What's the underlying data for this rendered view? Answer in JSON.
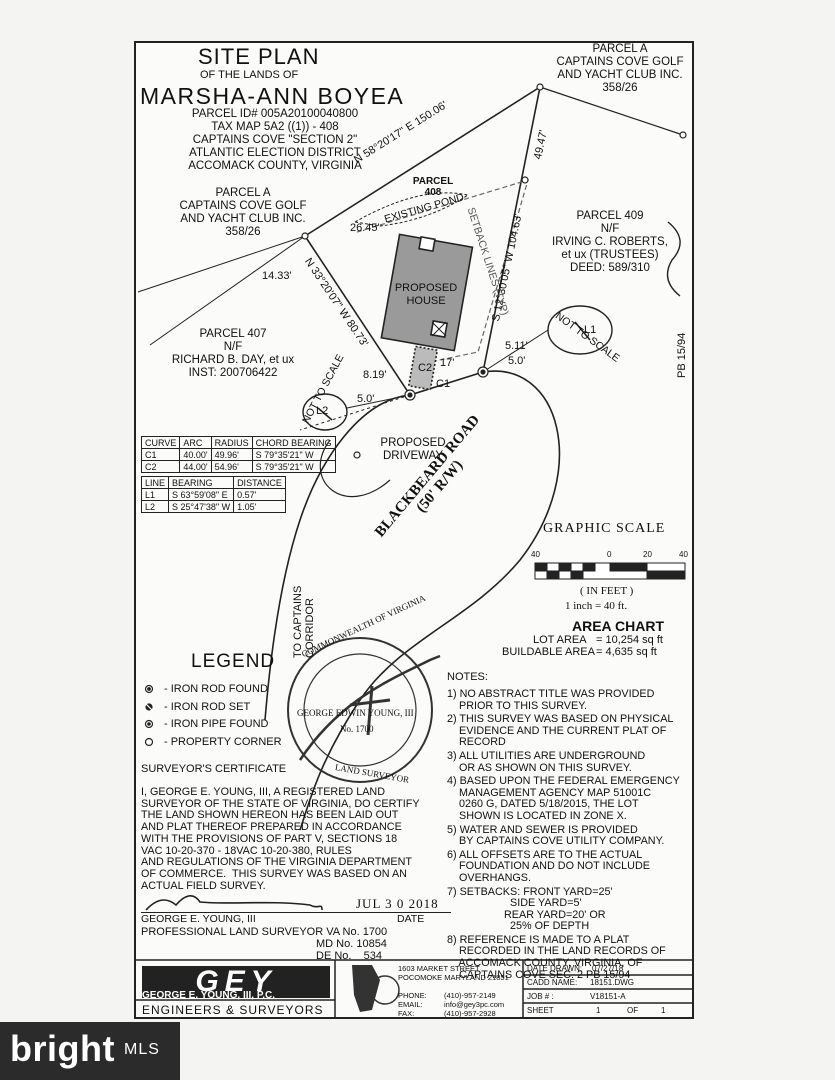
{
  "title": {
    "line1": "SITE PLAN",
    "line2": "OF THE LANDS OF",
    "line3": "MARSHA-ANN BOYEA"
  },
  "parcel_info": [
    "PARCEL ID# 005A20100040800",
    "TAX MAP 5A2 ((1)) - 408",
    "CAPTAINS COVE \"SECTION 2\"",
    "ATLANTIC ELECTION DISTRICT",
    "ACCOMACK COUNTY, VIRGINIA"
  ],
  "parcels": {
    "a_top": [
      "PARCEL A",
      "CAPTAINS COVE GOLF",
      "AND YACHT CLUB INC.",
      "358/26"
    ],
    "a_left": [
      "PARCEL A",
      "CAPTAINS COVE GOLF",
      "AND YACHT CLUB INC.",
      "358/26"
    ],
    "p408": [
      "PARCEL",
      "408"
    ],
    "p409": [
      "PARCEL 409",
      "N/F",
      "IRVING C. ROBERTS,",
      "et ux (TRUSTEES)",
      "DEED: 589/310"
    ],
    "p407": [
      "PARCEL 407",
      "N/F",
      "RICHARD B. DAY, et ux",
      "INST: 200706422"
    ]
  },
  "plan_labels": {
    "bearing_top": "N 58°20'17\" E  150.06'",
    "bearing_right": "S 12°30'05\" W  104.63'",
    "dist_4947": "49.47'",
    "bearing_left": "N 33°20'07\" W  80.73'",
    "dist_2645": "26.45'",
    "existing_pond": "EXISTING  POND",
    "dist_1433": "14.33'",
    "setback_lines": "SETBACK  LINES  (TYP)",
    "proposed_house": [
      "PROPOSED",
      "HOUSE"
    ],
    "dist_819": "8.19'",
    "dist_50_left": "5.0'",
    "dist_511": "5.11'",
    "dist_50_right": "5.0'",
    "dist_17": "17'",
    "c1": "C1",
    "c2": "C2",
    "l1": "L1",
    "l2": "L2",
    "not_to_scale_left": "NOT TO SCALE",
    "not_to_scale_right": "NOT TO SCALE",
    "proposed_driveway": [
      "PROPOSED",
      "DRIVEWAY"
    ],
    "road": [
      "BLACKBEARD ROAD",
      "(50' R/W)"
    ],
    "corridor": [
      "TO CAPTAINS",
      "CORRIDOR"
    ],
    "pb": "PB 15/94"
  },
  "curve_table": {
    "headers": [
      "CURVE",
      "ARC",
      "RADIUS",
      "CHORD BEARING"
    ],
    "rows": [
      [
        "C1",
        "40.00'",
        "49.96'",
        "S 79°35'21\" W"
      ],
      [
        "C2",
        "44.00'",
        "54.96'",
        "S 79°35'21\" W"
      ]
    ]
  },
  "line_table": {
    "headers": [
      "LINE",
      "BEARING",
      "DISTANCE"
    ],
    "rows": [
      [
        "L1",
        "S 63°59'08\" E",
        "0.57'"
      ],
      [
        "L2",
        "S 25°47'38\" W",
        "1.05'"
      ]
    ]
  },
  "graphic_scale": {
    "title": "GRAPHIC SCALE",
    "ticks": [
      "40",
      "0",
      "20",
      "40"
    ],
    "unit": "( IN FEET )",
    "ratio": "1 inch = 40 ft."
  },
  "area_chart": {
    "title": "AREA CHART",
    "lot_label": "LOT AREA",
    "lot_value": "= 10,254 sq ft",
    "buildable_label": "BUILDABLE AREA",
    "buildable_value": "= 4,635 sq ft"
  },
  "legend": {
    "title": "LEGEND",
    "items": [
      "- IRON ROD FOUND",
      "- IRON ROD SET",
      "- IRON PIPE FOUND",
      "- PROPERTY CORNER"
    ]
  },
  "notes": {
    "title": "NOTES:",
    "items": [
      "1) NO ABSTRACT TITLE WAS PROVIDED\n    PRIOR TO THIS SURVEY.",
      "2) THIS SURVEY WAS BASED ON PHYSICAL\n    EVIDENCE AND THE CURRENT PLAT OF\n    RECORD",
      "3) ALL UTILITIES ARE UNDERGROUND\n    OR AS SHOWN ON THIS SURVEY.",
      "4) BASED UPON THE FEDERAL EMERGENCY\n    MANAGEMENT AGENCY MAP 51001C\n    0260 G, DATED 5/18/2015, THE LOT\n    SHOWN IS LOCATED IN ZONE X.",
      "5) WATER AND SEWER IS PROVIDED\n    BY CAPTAINS COVE UTILITY COMPANY.",
      "6) ALL OFFSETS ARE TO THE ACTUAL\n    FOUNDATION AND DO NOT INCLUDE\n    OVERHANGS.",
      "7) SETBACKS: FRONT YARD=25'\n                     SIDE YARD=5'\n                   REAR YARD=20' OR\n                     25% OF DEPTH",
      "8) REFERENCE IS MADE TO A PLAT\n    RECORDED IN THE LAND RECORDS OF\n    ACCOMACK COUNTY, VIRGINIA, OF\n    CAPTAINS COVE SEC. 2 PB 15/94"
    ]
  },
  "seal": {
    "ring_top": "COMMONWEALTH OF VIRGINIA",
    "name": "GEORGE EDWIN YOUNG, III",
    "number": "No. 1700",
    "ring_bottom": "LAND SURVEYOR"
  },
  "certificate": {
    "title": "SURVEYOR'S CERTIFICATE",
    "body": "I, GEORGE E. YOUNG, III, A REGISTERED LAND\nSURVEYOR OF THE STATE OF VIRGINIA, DO CERTIFY\nTHE LAND SHOWN HEREON HAS BEEN LAID OUT\nAND PLAT THEREOF PREPARED IN ACCORDANCE\nWITH THE PROVISIONS OF PART V, SECTIONS 18\nVAC 10-20-370 - 18VAC 10-20-380, RULES\nAND REGULATIONS OF THE VIRGINIA DEPARTMENT\nOF COMMERCE.  THIS SURVEY WAS BASED ON AN\nACTUAL FIELD SURVEY.",
    "date_stamp": "JUL 3 0 2018",
    "sig_name": "GEORGE E. YOUNG, III",
    "date_label": "DATE",
    "title_line": "PROFESSIONAL LAND SURVEYOR VA No.  1700",
    "md": "MD No. 10854",
    "de": "DE No.    534"
  },
  "title_block": {
    "logo": "GEY",
    "company": "GEORGE E. YOUNG, III, P.C.",
    "subtitle": "ENGINEERS & SURVEYORS",
    "address1": "1603 MARKET STREET",
    "address2": "POCOMOKE MARYLAND 21851",
    "phone_label": "PHONE:",
    "phone": "(410)-957-2149",
    "email_label": "EMAIL:",
    "email": "info@gey3pc.com",
    "fax_label": "FAX:",
    "fax": "(410)-957-2928",
    "date_drawn_label": "DATE DRAWN:",
    "date_drawn": "07/27/18",
    "cadd_label": "CADD NAME:",
    "cadd": "18151.DWG",
    "job_label": "JOB # :",
    "job": "V18151-A",
    "sheet_label": "SHEET",
    "sheet_num": "1",
    "of_label": "OF",
    "sheet_total": "1"
  },
  "watermark": {
    "brand": "bright",
    "suffix": "MLS"
  }
}
